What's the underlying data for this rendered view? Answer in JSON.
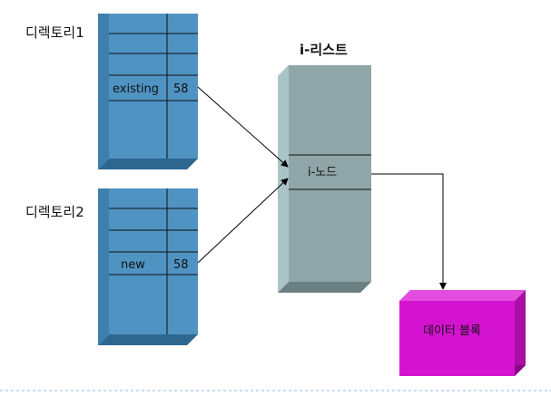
{
  "directory1": {
    "title": "디렉토리1",
    "entry_name": "existing",
    "entry_inode": "58"
  },
  "directory2": {
    "title": "디렉토리2",
    "entry_name": "new",
    "entry_inode": "58"
  },
  "ilist": {
    "title": "i-리스트",
    "node_label": "i-노드"
  },
  "data_block": {
    "label": "데이터 블록"
  },
  "colors": {
    "directory_front": "#4f93c2",
    "directory_side": "#3f7fae",
    "directory_top": "#6ab0db",
    "directory_bottom": "#2d6790",
    "ilist_front": "#8fa5a7",
    "ilist_side": "#a9c4c6",
    "ilist_top": "#a9c4c6",
    "ilist_bottom": "#6b8082",
    "data_front": "#d413d0",
    "data_top": "#e44be0",
    "data_side": "#a90da6",
    "data_bottom": "#8a0b88",
    "separator": "#9ab7d8"
  }
}
